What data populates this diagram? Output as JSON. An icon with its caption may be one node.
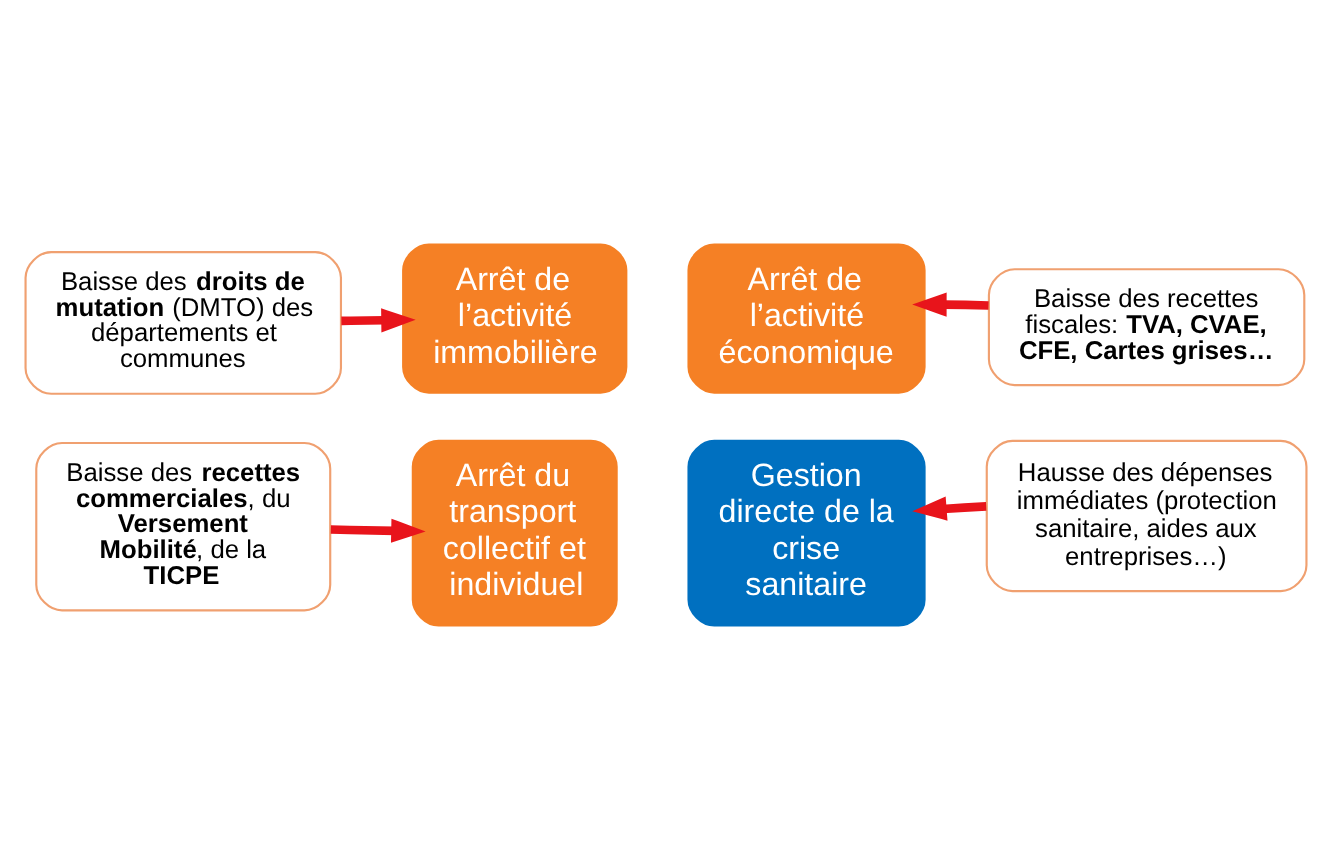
{
  "diagram": {
    "nodes": [
      {
        "text": [
          "Baisse des **droits de mutation** (DMTO) des départements et communes"
        ]
      },
      {
        "text": [
          "Baisse des recettes fiscales: **TVA, CVAE, CFE, Cartes grises…**"
        ]
      },
      {
        "text": [
          "Arrêt de l’activité immobilière"
        ]
      },
      {
        "text": [
          "Arrêt de l’activité économique"
        ]
      },
      {
        "text": [
          "Arrêt du transport collectif et individuel"
        ]
      },
      {
        "text": [
          "Gestion directe de la crise sanitaire"
        ]
      },
      {
        "text": [
          "Baisse des **recettes commerciales**, du **Versement Mobilité**, de la **TICPE**"
        ]
      },
      {
        "text": [
          "Hausse des dépenses immédiates (protection sanitaire, aides aux entreprises…)"
        ]
      }
    ],
    "edges": [
      {
        "from": 0,
        "to": 2,
        "arrow": "to"
      },
      {
        "from": 1,
        "to": 3,
        "arrow": "to"
      },
      {
        "from": 6,
        "to": 4,
        "arrow": "to"
      },
      {
        "from": 7,
        "to": 5,
        "arrow": "to"
      }
    ]
  }
}
